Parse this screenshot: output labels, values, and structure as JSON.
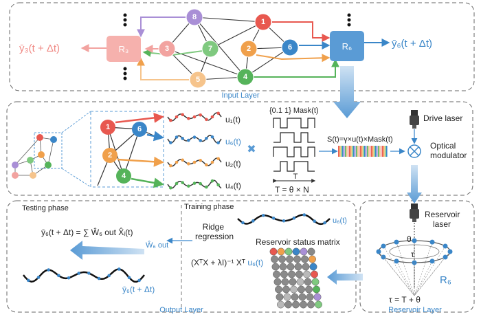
{
  "input_layer": {
    "title": "Input Layer",
    "left_output": "ȳ₃(t + Δt)",
    "right_output": "ȳ₆(t + Δt)",
    "r3_label": "R₃",
    "r6_label": "R₆",
    "nodes": [
      "8",
      "1",
      "3",
      "7",
      "2",
      "6",
      "5",
      "4"
    ]
  },
  "middle": {
    "signals": [
      "u₁(t)",
      "u₆(t)",
      "u₂(t)",
      "u₄(t)"
    ],
    "mask_label": "{0.1 1} Mask(t)",
    "period_label": "T",
    "period_formula": "T = θ × N",
    "mod_formula": "S(t)=γ×u(t)×Mask(t)",
    "drive_laser": "Drive laser",
    "optical_modulator": "Optical\nmodulator",
    "multiply": "✖"
  },
  "output_layer": {
    "title": "Output Layer",
    "testing_phase": "Testing phase",
    "training_phase": "Training phase",
    "prediction_formula": "ȳ₆(t + Δt) = ∑ Ŵ₆ out X̂ᵢ(t)",
    "w_out": "Ŵ₆ out",
    "ridge": "Ridge\nregression",
    "status_matrix": "Reservoir status matrix",
    "ridge_formula": "(XᵀX + λI)⁻¹ Xᵀ",
    "ridge_u": "u₆(t)",
    "u6_label": "u₆(t)",
    "prediction_label": "ȳ₆(t + Δt)"
  },
  "reservoir_layer": {
    "title": "Reservoir Layer",
    "reservoir_laser": "Reservoir\nlaser",
    "theta": "θ",
    "tau": "τ",
    "r6": "R₆",
    "tau_formula": "τ = T + θ"
  },
  "colors": {
    "purple": "#a98fd6",
    "red": "#e8584f",
    "pink": "#f2a3a0",
    "green": "#7fc97f",
    "orange": "#f0a04b",
    "blue": "#3a86c8",
    "lightorange": "#f6c48c",
    "darkgreen": "#55b35a"
  }
}
